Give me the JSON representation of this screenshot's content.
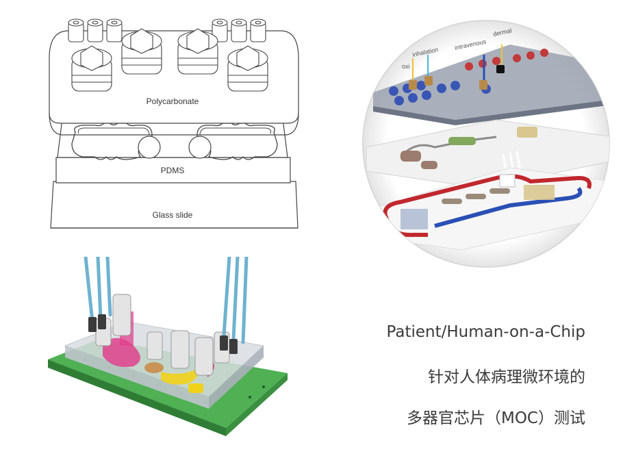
{
  "diagram": {
    "layers": {
      "top": "Polycarbonate",
      "middle": "PDMS",
      "bottom": "Glass slide"
    }
  },
  "moc_labels": [
    "oxi",
    "inhalation",
    "intravenous",
    "dermal"
  ],
  "captions": {
    "line1": "Patient/Human-on-a-Chip",
    "line2": "针对人体病理微环境的",
    "line3": "多器官芯片（MOC）测试"
  },
  "colors": {
    "caption_text": "#3a3a3a",
    "chip_base_green": "#3e9b45",
    "tube_blue": "#6fb2cf",
    "magenta_fluid": "#e0418c",
    "yellow_fluid": "#f1d21a",
    "red_channel": "#c0282d",
    "blue_channel": "#2a4fb5"
  }
}
